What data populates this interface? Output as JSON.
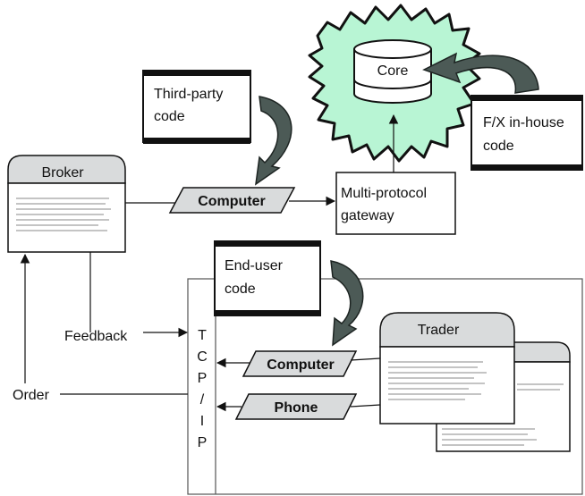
{
  "labels": {
    "core": "Core",
    "fx_line1": "F/X in-house",
    "fx_line2": "code",
    "third_line1": "Third-party",
    "third_line2": "code",
    "broker": "Broker",
    "computer_top": "Computer",
    "gateway_line1": "Multi-protocol",
    "gateway_line2": "gateway",
    "enduser_line1": "End-user",
    "enduser_line2": "code",
    "trader": "Trader",
    "feedback": "Feedback",
    "order": "Order",
    "tcp_t": "T",
    "tcp_c": "C",
    "tcp_p": "P",
    "tcp_slash": "/",
    "tcp_i": "I",
    "tcp_p2": "P",
    "computer_bottom": "Computer",
    "phone": "Phone"
  },
  "colors": {
    "core_glow": "#b8f5d4",
    "shape_fill": "#d9dbdc",
    "swirl_arrow": "#4c5a56",
    "line": "#111111"
  }
}
